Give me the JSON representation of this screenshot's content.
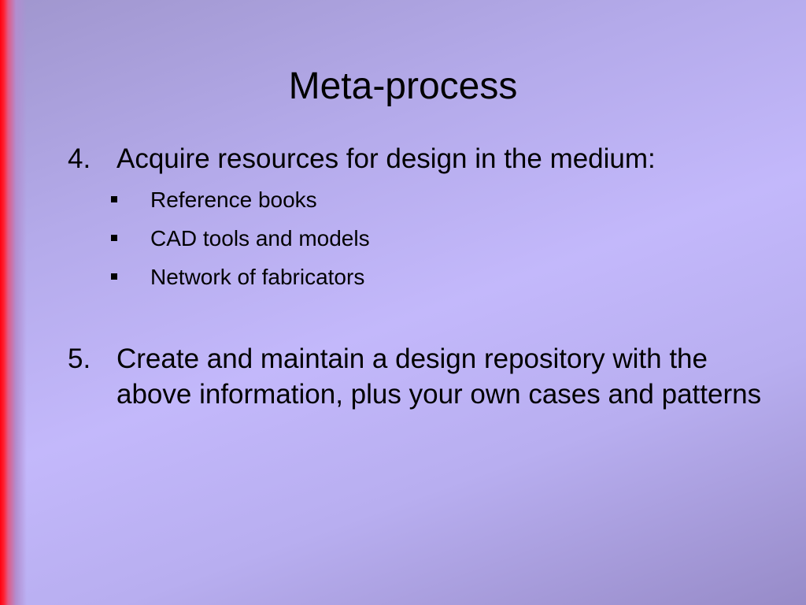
{
  "slide": {
    "title": "Meta-process",
    "items": [
      {
        "number": "4.",
        "text": "Acquire resources for design in the medium:",
        "subitems": [
          "Reference books",
          "CAD tools and models",
          "Network of fabricators"
        ]
      },
      {
        "number": "5.",
        "text": "Create and maintain a design repository with the above information, plus your own cases and patterns"
      }
    ]
  }
}
